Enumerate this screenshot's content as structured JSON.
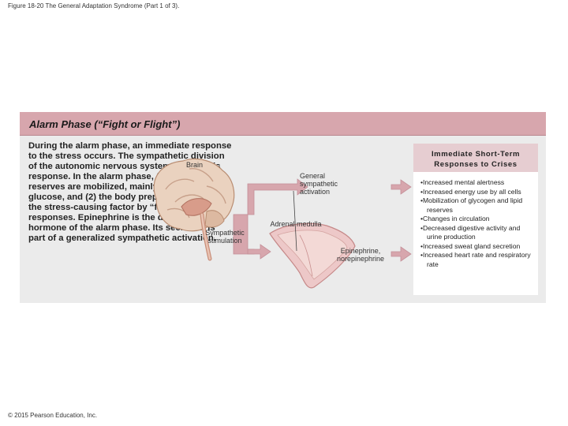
{
  "caption": "Figure 18-20 The General Adaptation Syndrome (Part 1 of 3).",
  "copyright": "© 2015 Pearson Education, Inc.",
  "panel": {
    "title": "Alarm Phase (“Fight or Flight”)",
    "body_parts": [
      "During the ",
      "alarm phase",
      ", an immediate response to the stress occurs. The sympathetic division of the autonomic nervous system directs this response. In the alarm phase, (1) energy reserves are mobilized, mainly in the form of glucose, and (2) the body prepares to deal with the stress-causing factor by “fight or flight” responses. Epinephrine is the dominant hormone of the alarm phase. Its secretion is part of a generalized sympathetic activation."
    ]
  },
  "diagram": {
    "brain_label": "Brain",
    "sympathetic_stimulation_label": "Sympathetic stimulation",
    "general_sympathetic_label": "General sympathetic activation",
    "adrenal_label": "Adrenal medulla",
    "epinephrine_label": "Epinephrine, norepinephrine"
  },
  "responses": {
    "title": "Immediate Short-Term Responses to Crises",
    "items": [
      "Increased mental alertness",
      "Increased energy use by all cells",
      "Mobilization of glycogen and lipid reserves",
      "Changes in circulation",
      "Decreased digestive activity and urine production",
      "Increased sweat gland secretion",
      "Increased heart rate and respiratory rate"
    ]
  },
  "colors": {
    "header": "#d7a6ad",
    "panel_bg": "#ebebeb",
    "arrow": "#d7a6ad",
    "brain": "#ead2bf",
    "adrenal": "#edc8c8"
  }
}
